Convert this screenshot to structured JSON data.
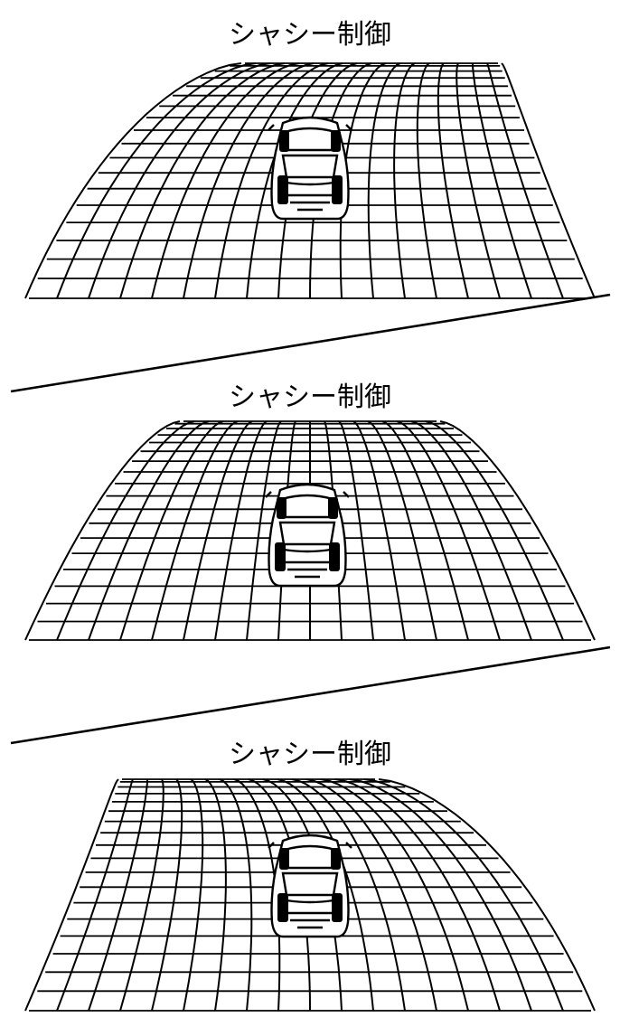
{
  "panels": [
    {
      "title": "シャシー制御",
      "curve": "left"
    },
    {
      "title": "シャシー制御",
      "curve": "straight"
    },
    {
      "title": "シャシー制御",
      "curve": "right"
    }
  ],
  "colors": {
    "ink": "#000000",
    "paper": "#ffffff"
  }
}
